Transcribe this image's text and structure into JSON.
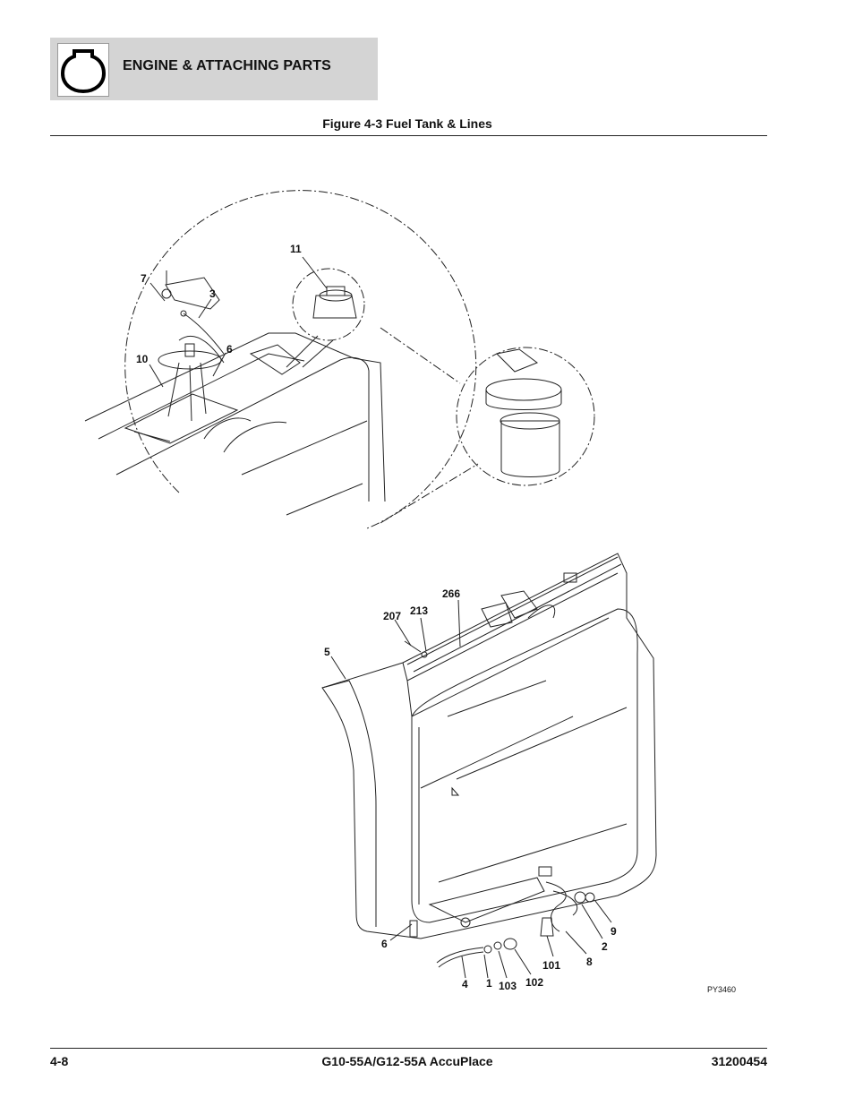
{
  "header": {
    "section_title": "ENGINE & ATTACHING PARTS",
    "icon": "engine-outline-icon"
  },
  "figure": {
    "title": "Figure 4-3 Fuel Tank & Lines",
    "drawing_code": "PY3460",
    "callouts": {
      "c11": "11",
      "c7": "7",
      "c3": "3",
      "c6a": "6",
      "c10": "10",
      "c266": "266",
      "c207": "207",
      "c213": "213",
      "c5": "5",
      "c6b": "6",
      "c4": "4",
      "c1": "1",
      "c103": "103",
      "c102": "102",
      "c101": "101",
      "c8": "8",
      "c2": "2",
      "c9": "9"
    }
  },
  "footer": {
    "page_number": "4-8",
    "model": "G10-55A/G12-55A AccuPlace",
    "doc_number": "31200454"
  }
}
